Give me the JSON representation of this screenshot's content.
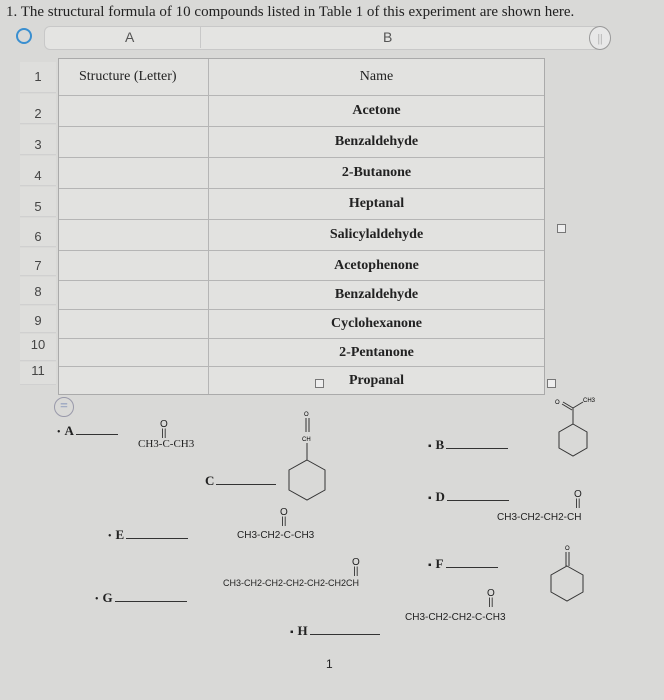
{
  "question": {
    "title": "1. The structural formula of 10 compounds listed in Table 1 of this experiment are shown here."
  },
  "spreadsheet": {
    "col_a": "A",
    "col_b": "B",
    "row_numbers": [
      "1",
      "2",
      "3",
      "4",
      "5",
      "6",
      "7",
      "8",
      "9",
      "10",
      "11"
    ],
    "header": {
      "structure": "Structure (Letter)",
      "name": "Name"
    },
    "names": [
      "Acetone",
      "Benzaldehyde",
      "2-Butanone",
      "Heptanal",
      "Salicylaldehyde",
      "Acetophenone",
      "Benzaldehyde",
      "Cyclohexanone",
      "2-Pentanone",
      "Propanal"
    ]
  },
  "structures": [
    {
      "letter": "A",
      "formula": "CH3-C-CH3",
      "carbonyl": "O"
    },
    {
      "letter": "B",
      "substituent": "CH3",
      "carbonyl": "O",
      "ring": "benzene"
    },
    {
      "letter": "C",
      "substituent": "CH",
      "carbonyl": "O",
      "ring": "benzene"
    },
    {
      "letter": "D",
      "formula": "CH3-CH2-CH2-CH",
      "carbonyl": "O"
    },
    {
      "letter": "E",
      "formula": "CH3-CH2-C-CH3",
      "carbonyl": "O"
    },
    {
      "letter": "F",
      "carbonyl": "O",
      "ring": "cyclohexane"
    },
    {
      "letter": "G",
      "formula": "CH3-CH2-CH2-CH2-CH2-CH2CH",
      "carbonyl": "O"
    },
    {
      "letter": "H",
      "formula": "CH3-CH2-CH2-C-CH3",
      "carbonyl": "O"
    }
  ],
  "page_number": "1"
}
